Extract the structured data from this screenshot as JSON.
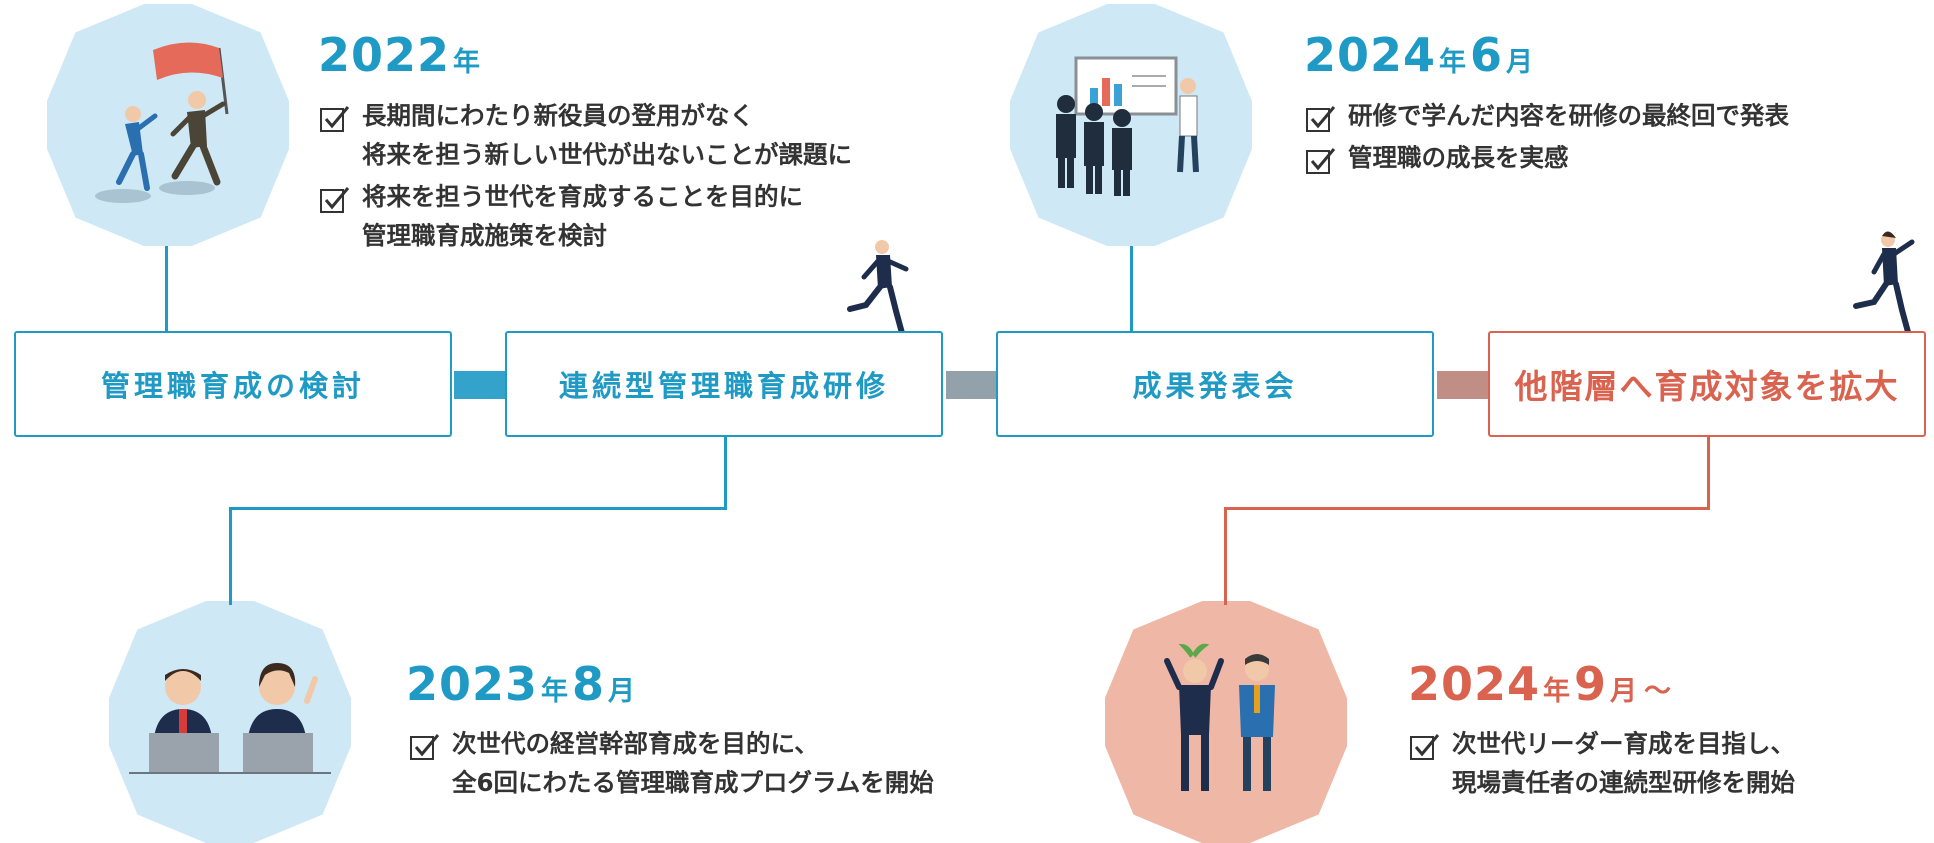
{
  "colors": {
    "blue": "#1e9ac5",
    "red": "#d9634f",
    "light_blue": "#cfe8f5",
    "light_red": "#efb7a6",
    "connector_blue": "#33a3cc",
    "connector_gray": "#93a1ab",
    "connector_red": "#c08e85"
  },
  "boxes": [
    {
      "label": "管理職育成の検討"
    },
    {
      "label": "連続型管理職育成研修"
    },
    {
      "label": "成果発表会"
    },
    {
      "label": "他階層へ育成対象を拡大"
    }
  ],
  "events": [
    {
      "year": "2022",
      "year_unit": "年",
      "month": "",
      "month_unit": "",
      "suffix": "",
      "icon": "running-flag-icon",
      "items": [
        {
          "line1": "長期間にわたり新役員の登用がなく",
          "line2": "将来を担う新しい世代が出ないことが課題に"
        },
        {
          "line1": "将来を担う世代を育成することを目的に",
          "line2": "管理職育成施策を検討"
        }
      ]
    },
    {
      "year": "2023",
      "year_unit": "年",
      "month": "8",
      "month_unit": "月",
      "suffix": "",
      "icon": "office-workers-icon",
      "items": [
        {
          "line1": "次世代の経営幹部育成を目的に、",
          "line2": "全6回にわたる管理職育成プログラムを開始"
        }
      ]
    },
    {
      "year": "2024",
      "year_unit": "年",
      "month": "6",
      "month_unit": "月",
      "suffix": "",
      "icon": "presentation-icon",
      "items": [
        {
          "line1": "研修で学んだ内容を研修の最終回で発表",
          "line2": ""
        },
        {
          "line1": "管理職の成長を実感",
          "line2": ""
        }
      ]
    },
    {
      "year": "2024",
      "year_unit": "年",
      "month": "9",
      "month_unit": "月",
      "suffix": "～",
      "icon": "growing-leaders-icon",
      "items": [
        {
          "line1": "次世代リーダー育成を目指し、",
          "line2": "現場責任者の連続型研修を開始"
        }
      ]
    }
  ]
}
